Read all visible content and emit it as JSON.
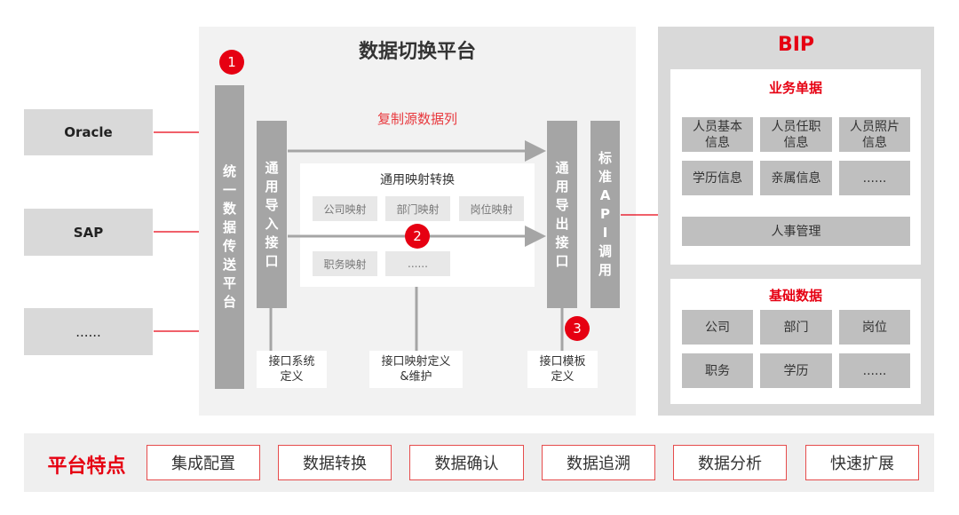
{
  "sources": [
    "Oracle",
    "SAP",
    "......"
  ],
  "platform": {
    "title": "数据切换平台",
    "step_markers": [
      "1",
      "2",
      "3"
    ],
    "transfer_bar": "统一数据传送平台",
    "import_bar": "通用导入接口",
    "export_bar": "通用导出接口",
    "api_bar": "标准API调用",
    "copy_label": "复制源数据列",
    "mapping": {
      "title": "通用映射转换",
      "cells": [
        "公司映射",
        "部门映射",
        "岗位映射",
        "职务映射",
        "......"
      ]
    },
    "defs": [
      "接口系统\n定义",
      "接口映射定义\n&维护",
      "接口模板\n定义"
    ]
  },
  "bip": {
    "title": "BIP",
    "business": {
      "title": "业务单据",
      "cells": [
        "人员基本\n信息",
        "人员任职\n信息",
        "人员照片\n信息",
        "学历信息",
        "亲属信息",
        "......"
      ],
      "wide": "人事管理"
    },
    "basic": {
      "title": "基础数据",
      "cells": [
        "公司",
        "部门",
        "岗位",
        "职务",
        "学历",
        "......"
      ]
    }
  },
  "features": {
    "title": "平台特点",
    "items": [
      "集成配置",
      "数据转换",
      "数据确认",
      "数据追溯",
      "数据分析",
      "快速扩展"
    ]
  },
  "colors": {
    "accent": "#e60012",
    "bar": "#a5a5a5"
  }
}
